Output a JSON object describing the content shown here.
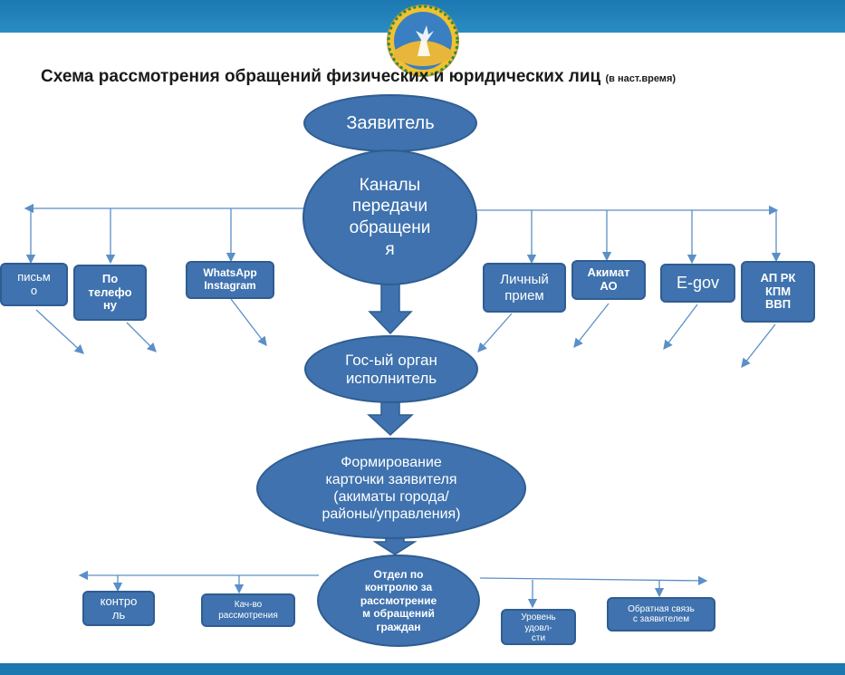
{
  "title": {
    "main": "Схема рассмотрения обращений физических и юридических лиц",
    "sub": "(в наст.время)"
  },
  "emblem": {
    "icon": "city-emblem-icon"
  },
  "nodes": {
    "applicant": "Заявитель",
    "channels": "Каналы\nпередачи\nобращени\nя",
    "gov_body": "Гос-ый орган\nисполнитель",
    "card_forming": "Формирование\nкарточки заявителя\n(акиматы города/\nрайоны/управления)",
    "control_dept": "Отдел по\nконтролю за\nрассмотрение\nм обращений\nграждан"
  },
  "channels": [
    "письм\nо",
    "По\nтелефо\nну",
    "WhatsApp\nInstagram",
    "Личный\nприем",
    "Акимат\nАО",
    "E-gov",
    "АП РК\nКПМ\nВВП"
  ],
  "outcomes": [
    "контро\nль",
    "Кач-во\nрассмотрения",
    "Уровень\nудовл-\nсти",
    "Обратная связь\nс заявителем"
  ],
  "colors": {
    "node_fill": "#3f72ae",
    "node_border": "#2f5d91",
    "arrow": "#5b8fc7",
    "top_bar": "#1c78b0"
  }
}
